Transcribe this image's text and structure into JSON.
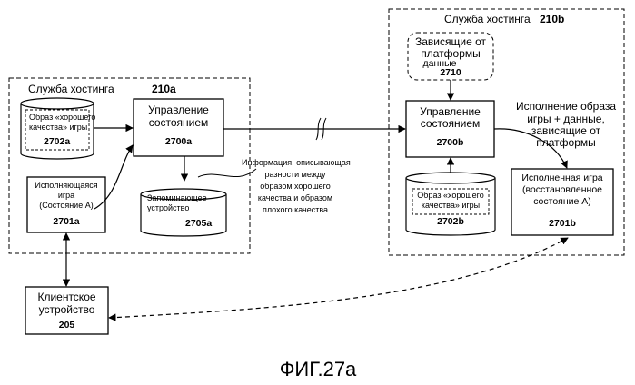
{
  "figure": {
    "caption": "ФИГ.27a"
  },
  "service_a": {
    "title": "Служба хостинга",
    "ref": "210a",
    "good_image": {
      "line1": "Образ «хорошего",
      "line2": "качества» игры",
      "ref": "2702a"
    },
    "state_mgmt": {
      "line1": "Управление",
      "line2": "состоянием",
      "ref": "2700a"
    },
    "running_game": {
      "line1": "Исполняющаяся",
      "line2": "игра",
      "line3": "(Состояние А)",
      "ref": "2701a"
    },
    "storage": {
      "line1": "Запоминающее",
      "line2": "устройство",
      "ref": "2705a"
    }
  },
  "difference_note": {
    "line1": "Информация, описывающая",
    "line2": "разности между",
    "line3": "образом хорошего",
    "line4": "качества и образом",
    "line5": "плохого качества"
  },
  "service_b": {
    "title": "Служба хостинга",
    "ref": "210b",
    "platform_data": {
      "line1": "Зависящие от",
      "line2": "платформы",
      "line3": "данные",
      "ref": "2710"
    },
    "state_mgmt": {
      "line1": "Управление",
      "line2": "состоянием",
      "ref": "2700b"
    },
    "good_image": {
      "line1": "Образ «хорошего",
      "line2": "качества» игры",
      "ref": "2702b"
    },
    "executing_note": {
      "line1": "Исполнение образа",
      "line2": "игры + данные,",
      "line3": "зависящие от",
      "line4": "платформы"
    },
    "executed_game": {
      "line1": "Исполненная игра",
      "line2": "(восстановленное",
      "line3": "состояние А)",
      "ref": "2701b"
    }
  },
  "client": {
    "line1": "Клиентское",
    "line2": "устройство",
    "ref": "205"
  }
}
